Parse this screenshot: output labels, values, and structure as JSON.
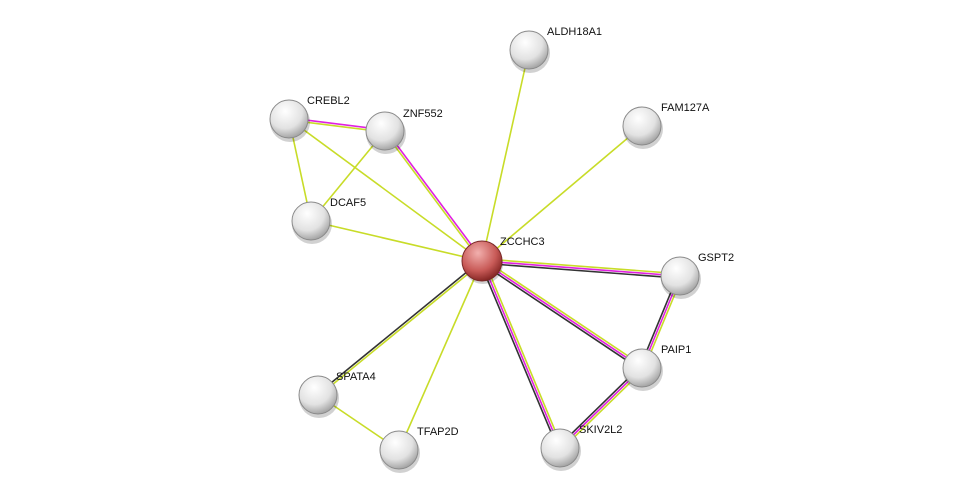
{
  "colors": {
    "textmining": "#c8dc28",
    "experiments": "#e020e0",
    "coexpression": "#333333",
    "query_node": "#c0504d",
    "node": "#e6e6e6"
  },
  "nodes": [
    {
      "id": "ZCCHC3",
      "label": "ZCCHC3",
      "query": true
    },
    {
      "id": "ALDH18A1",
      "label": "ALDH18A1"
    },
    {
      "id": "FAM127A",
      "label": "FAM127A"
    },
    {
      "id": "CREBL2",
      "label": "CREBL2"
    },
    {
      "id": "ZNF552",
      "label": "ZNF552"
    },
    {
      "id": "DCAF5",
      "label": "DCAF5"
    },
    {
      "id": "GSPT2",
      "label": "GSPT2"
    },
    {
      "id": "PAIP1",
      "label": "PAIP1"
    },
    {
      "id": "SKIV2L2",
      "label": "SKIV2L2"
    },
    {
      "id": "SPATA4",
      "label": "SPATA4"
    },
    {
      "id": "TFAP2D",
      "label": "TFAP2D"
    }
  ],
  "edges": [
    {
      "a": "ZCCHC3",
      "b": "ALDH18A1",
      "evidence": [
        "textmining"
      ]
    },
    {
      "a": "ZCCHC3",
      "b": "FAM127A",
      "evidence": [
        "textmining"
      ]
    },
    {
      "a": "ZCCHC3",
      "b": "CREBL2",
      "evidence": [
        "textmining"
      ]
    },
    {
      "a": "ZCCHC3",
      "b": "ZNF552",
      "evidence": [
        "textmining",
        "experiments"
      ]
    },
    {
      "a": "ZCCHC3",
      "b": "DCAF5",
      "evidence": [
        "textmining"
      ]
    },
    {
      "a": "CREBL2",
      "b": "ZNF552",
      "evidence": [
        "experiments",
        "textmining"
      ]
    },
    {
      "a": "CREBL2",
      "b": "DCAF5",
      "evidence": [
        "textmining"
      ]
    },
    {
      "a": "ZNF552",
      "b": "DCAF5",
      "evidence": [
        "textmining"
      ]
    },
    {
      "a": "ZCCHC3",
      "b": "GSPT2",
      "evidence": [
        "textmining",
        "experiments",
        "coexpression"
      ]
    },
    {
      "a": "ZCCHC3",
      "b": "PAIP1",
      "evidence": [
        "textmining",
        "experiments",
        "coexpression"
      ]
    },
    {
      "a": "ZCCHC3",
      "b": "SKIV2L2",
      "evidence": [
        "textmining",
        "experiments",
        "coexpression"
      ]
    },
    {
      "a": "GSPT2",
      "b": "PAIP1",
      "evidence": [
        "textmining",
        "experiments",
        "coexpression"
      ]
    },
    {
      "a": "PAIP1",
      "b": "SKIV2L2",
      "evidence": [
        "textmining",
        "experiments",
        "coexpression"
      ]
    },
    {
      "a": "ZCCHC3",
      "b": "SPATA4",
      "evidence": [
        "textmining",
        "coexpression"
      ]
    },
    {
      "a": "ZCCHC3",
      "b": "TFAP2D",
      "evidence": [
        "textmining"
      ]
    },
    {
      "a": "SPATA4",
      "b": "TFAP2D",
      "evidence": [
        "textmining"
      ]
    }
  ]
}
